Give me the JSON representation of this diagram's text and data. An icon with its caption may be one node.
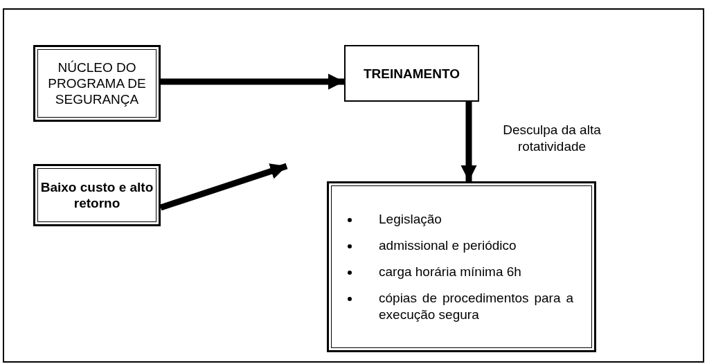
{
  "diagram": {
    "nodes": [
      {
        "text": [
          "NÚCLEO DO PROGRAMA DE SEGURANÇA"
        ]
      },
      {
        "text": [
          "TREINAMENTO"
        ]
      },
      {
        "text": [
          "Baixo custo e alto retorno"
        ]
      },
      {
        "text": [
          "Legislação",
          "admissional e periódico",
          "carga horária mínima 6h",
          "cópias de procedimentos para a execução segura"
        ]
      }
    ],
    "edges": [
      {
        "from": 0,
        "to": 1,
        "arrow": "to"
      },
      {
        "from": 2,
        "to": null,
        "arrow": "to"
      },
      {
        "from": 1,
        "to": 3,
        "arrow": "to",
        "label": "Desculpa da alta rotatividade"
      }
    ]
  }
}
